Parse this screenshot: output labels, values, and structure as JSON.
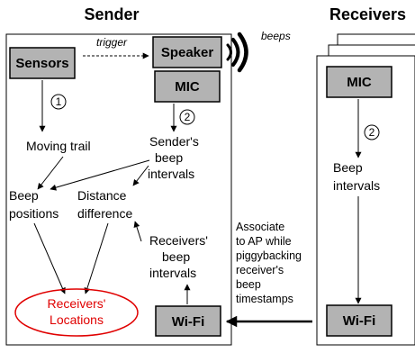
{
  "titles": {
    "sender": "Sender",
    "receivers": "Receivers"
  },
  "sender": {
    "sensors": "Sensors",
    "trigger": "trigger",
    "speaker": "Speaker",
    "mic": "MIC",
    "beeps": "beeps",
    "step1": "1",
    "step2": "2",
    "moving_trail": "Moving trail",
    "senders_beep_intervals": [
      "Sender's",
      "beep",
      "intervals"
    ],
    "beep_positions": [
      "Beep",
      "positions"
    ],
    "distance_difference": [
      "Distance",
      "difference"
    ],
    "receivers_beep_intervals": [
      "Receivers'",
      "beep",
      "intervals"
    ],
    "receivers_locations": [
      "Receivers'",
      "Locations"
    ],
    "wifi": "Wi-Fi"
  },
  "receiver": {
    "mic": "MIC",
    "step2": "2",
    "beep_intervals": [
      "Beep",
      "intervals"
    ],
    "wifi": "Wi-Fi"
  },
  "link_caption": [
    "Associate",
    "to AP while",
    "piggybacking",
    "receiver's",
    "beep",
    "timestamps"
  ],
  "colors": {
    "box_fill": "#b3b3b3",
    "accent_red": "#e00000",
    "line": "#000000"
  }
}
